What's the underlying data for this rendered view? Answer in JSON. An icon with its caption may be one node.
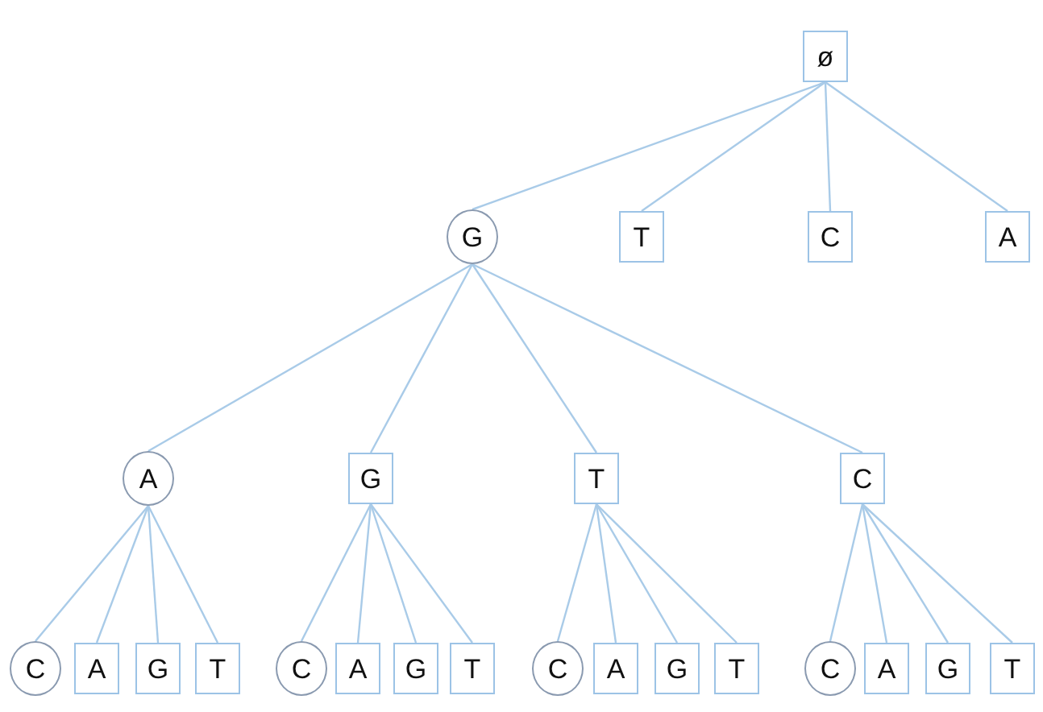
{
  "diagram": {
    "nodes": [
      {
        "text": [
          "ø"
        ]
      },
      {
        "text": [
          "G"
        ]
      },
      {
        "text": [
          "T"
        ]
      },
      {
        "text": [
          "C"
        ]
      },
      {
        "text": [
          "A"
        ]
      },
      {
        "text": [
          "A"
        ]
      },
      {
        "text": [
          "G"
        ]
      },
      {
        "text": [
          "T"
        ]
      },
      {
        "text": [
          "C"
        ]
      },
      {
        "text": [
          "C"
        ]
      },
      {
        "text": [
          "A"
        ]
      },
      {
        "text": [
          "G"
        ]
      },
      {
        "text": [
          "T"
        ]
      },
      {
        "text": [
          "C"
        ]
      },
      {
        "text": [
          "A"
        ]
      },
      {
        "text": [
          "G"
        ]
      },
      {
        "text": [
          "T"
        ]
      },
      {
        "text": [
          "C"
        ]
      },
      {
        "text": [
          "A"
        ]
      },
      {
        "text": [
          "G"
        ]
      },
      {
        "text": [
          "T"
        ]
      },
      {
        "text": [
          "C"
        ]
      },
      {
        "text": [
          "A"
        ]
      },
      {
        "text": [
          "G"
        ]
      },
      {
        "text": [
          "T"
        ]
      }
    ],
    "edges": [
      {
        "from": 0,
        "to": 1,
        "arrow": "none"
      },
      {
        "from": 0,
        "to": 2,
        "arrow": "none"
      },
      {
        "from": 0,
        "to": 3,
        "arrow": "none"
      },
      {
        "from": 0,
        "to": 4,
        "arrow": "none"
      },
      {
        "from": 1,
        "to": 5,
        "arrow": "none"
      },
      {
        "from": 1,
        "to": 6,
        "arrow": "none"
      },
      {
        "from": 1,
        "to": 7,
        "arrow": "none"
      },
      {
        "from": 1,
        "to": 8,
        "arrow": "none"
      },
      {
        "from": 5,
        "to": 9,
        "arrow": "none"
      },
      {
        "from": 5,
        "to": 10,
        "arrow": "none"
      },
      {
        "from": 5,
        "to": 11,
        "arrow": "none"
      },
      {
        "from": 5,
        "to": 12,
        "arrow": "none"
      },
      {
        "from": 6,
        "to": 13,
        "arrow": "none"
      },
      {
        "from": 6,
        "to": 14,
        "arrow": "none"
      },
      {
        "from": 6,
        "to": 15,
        "arrow": "none"
      },
      {
        "from": 6,
        "to": 16,
        "arrow": "none"
      },
      {
        "from": 7,
        "to": 17,
        "arrow": "none"
      },
      {
        "from": 7,
        "to": 18,
        "arrow": "none"
      },
      {
        "from": 7,
        "to": 19,
        "arrow": "none"
      },
      {
        "from": 7,
        "to": 20,
        "arrow": "none"
      },
      {
        "from": 8,
        "to": 21,
        "arrow": "none"
      },
      {
        "from": 8,
        "to": 22,
        "arrow": "none"
      },
      {
        "from": 8,
        "to": 23,
        "arrow": "none"
      },
      {
        "from": 8,
        "to": 24,
        "arrow": "none"
      }
    ]
  }
}
